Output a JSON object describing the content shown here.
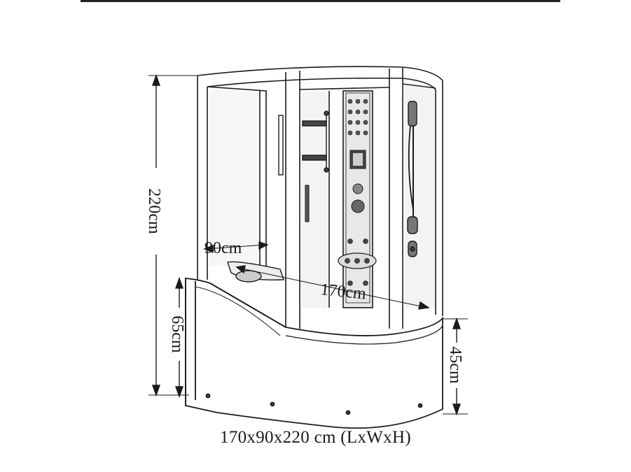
{
  "dimensions": {
    "height_total": "220cm",
    "depth": "90cm",
    "length": "170cm",
    "tub_height_left": "65cm",
    "tub_height_right": "45cm"
  },
  "caption": "170x90x220 cm (LxWxH)",
  "colors": {
    "line": "#1a1a1a",
    "glass": "#f4f4f4",
    "frame": "#ffffff"
  }
}
